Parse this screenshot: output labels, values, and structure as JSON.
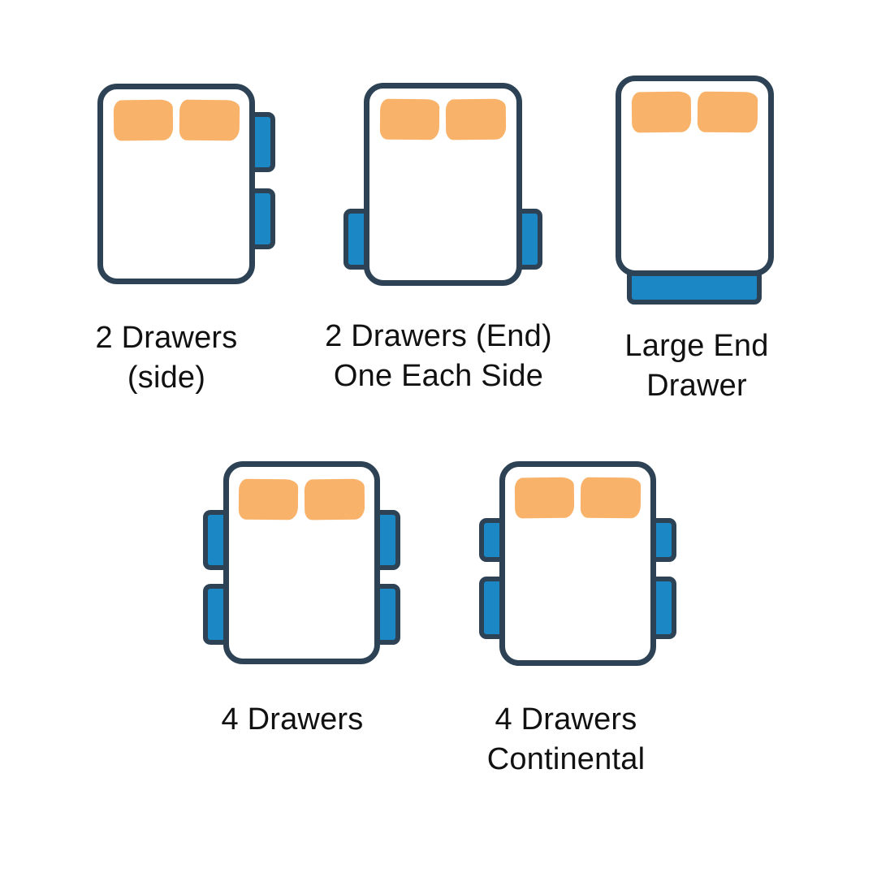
{
  "colors": {
    "outline": "#2d4355",
    "drawer_fill": "#1b87c5",
    "pillow_fill": "#f9b269",
    "text": "#111111",
    "background": "#ffffff"
  },
  "figures": [
    {
      "id": "2-drawers-side",
      "lines": [
        "2 Drawers",
        "(side)"
      ],
      "drawer_count": 2,
      "drawer_placement": "right-side"
    },
    {
      "id": "2-drawers-end-one-each-side",
      "lines": [
        "2 Drawers (End)",
        "One Each Side"
      ],
      "drawer_count": 2,
      "drawer_placement": "one-each-side-at-end"
    },
    {
      "id": "large-end-drawer",
      "lines": [
        "Large End",
        "Drawer"
      ],
      "drawer_count": 1,
      "drawer_placement": "foot-end-full-width"
    },
    {
      "id": "4-drawers",
      "lines": [
        "4 Drawers"
      ],
      "drawer_count": 4,
      "drawer_placement": "two-each-side"
    },
    {
      "id": "4-drawers-continental",
      "lines": [
        "4 Drawers",
        "Continental"
      ],
      "drawer_count": 4,
      "drawer_placement": "two-each-side-short-top"
    }
  ]
}
